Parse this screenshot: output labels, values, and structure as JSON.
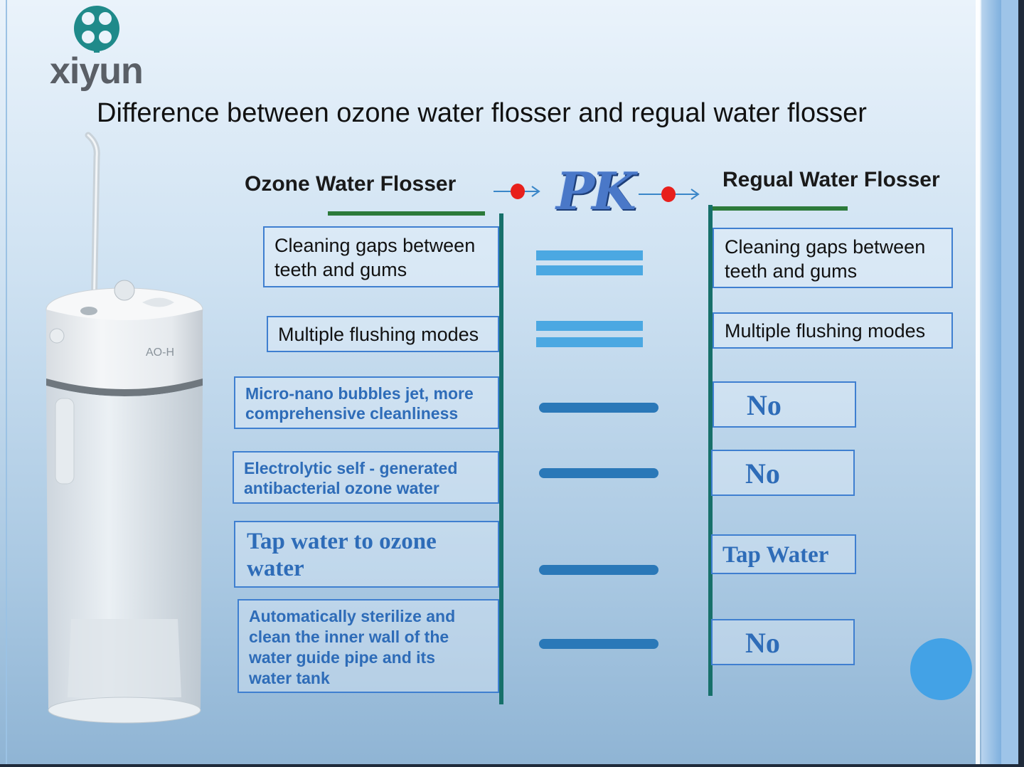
{
  "logo": {
    "mark_icon": "xiyun-logo-icon",
    "text": "xiyun"
  },
  "title": "Difference between ozone water flosser and regual water flosser",
  "device": {
    "brand_print": "AO-H",
    "icon": "water-flosser-device-image"
  },
  "left_column": {
    "heading": "Ozone Water Flosser",
    "items": [
      {
        "line1": "Cleaning gaps between",
        "line2": "teeth and gums"
      },
      {
        "line1": "Multiple flushing modes"
      },
      {
        "line1": "Micro-nano bubbles jet, more",
        "line2": "comprehensive cleanliness"
      },
      {
        "line1": "Electrolytic self - generated",
        "line2": "antibacterial ozone water"
      },
      {
        "line1": "Tap water to ozone",
        "line2": "water"
      },
      {
        "line1": "Automatically sterilize and",
        "line2": "clean the inner wall of the",
        "line3": "water guide pipe and its",
        "line4": "water tank"
      }
    ]
  },
  "center": {
    "pk_label": "PK"
  },
  "right_column": {
    "heading": "Regual Water Flosser",
    "items": [
      {
        "line1": "Cleaning gaps between",
        "line2": "teeth and gums"
      },
      {
        "line1": "Multiple flushing modes"
      },
      {
        "line1": "No"
      },
      {
        "line1": "No"
      },
      {
        "line1": "Tap Water"
      },
      {
        "line1": "No"
      }
    ]
  },
  "colors": {
    "accent_blue": "#2e6cb8",
    "heading_underline": "#2c7a3a",
    "divider_teal": "#17706a",
    "equal_bar": "#4ba8e2",
    "dash_bar": "#2a78b8",
    "arrow_dot_red": "#e8201c",
    "circle_button": "#43a2e6"
  }
}
